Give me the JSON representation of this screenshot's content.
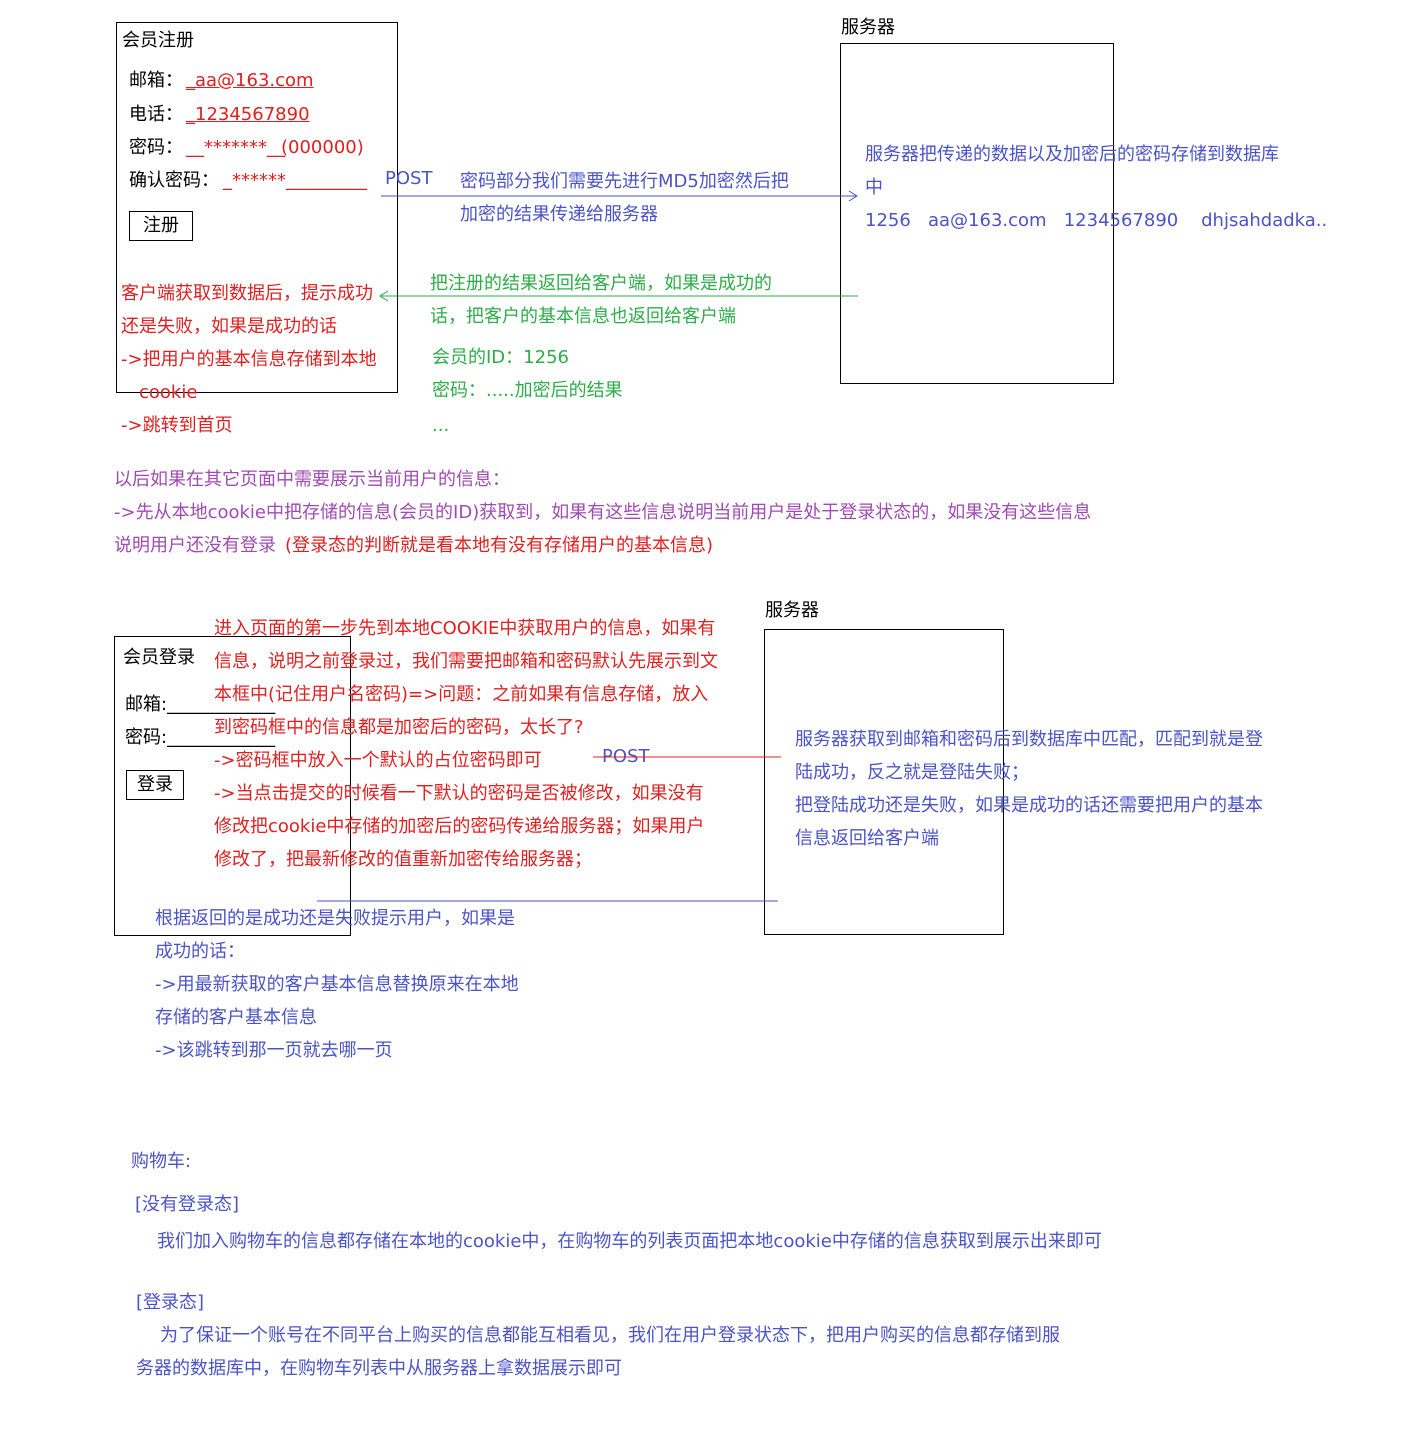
{
  "register": {
    "title": "会员注册",
    "email_label": "邮箱：",
    "email_value": "_aa@163.com",
    "phone_label": "电话：",
    "phone_value": "_1234567890",
    "password_label": "密码：",
    "password_value": "__*******__",
    "password_hint": "(000000)",
    "confirm_label": "确认密码：",
    "confirm_value": "_******_________",
    "submit_label": "注册"
  },
  "server_top": {
    "title": "服务器",
    "line1": "服务器把传递的数据以及加密后的密码存储到数据库",
    "line2": "中",
    "line3": "1256   aa@163.com   1234567890    dhjsahdadka.."
  },
  "post_top": {
    "label": "POST",
    "line1": "密码部分我们需要先进行MD5加密然后把",
    "line2": "加密的结果传递给服务器"
  },
  "return_top": {
    "line1": "把注册的结果返回给客户端，如果是成功的",
    "line2": "话，把客户的基本信息也返回给客户端",
    "line3": "会员的ID：1256",
    "line4": "密码：.....加密后的结果",
    "line5": "..."
  },
  "client_top": {
    "line1": "客户端获取到数据后，提示成功",
    "line2": "还是失败，如果是成功的话",
    "line3": "->把用户的基本信息存储到本地",
    "line4": "cookie",
    "line5": "->跳转到首页"
  },
  "later": {
    "line1": "以后如果在其它页面中需要展示当前用户的信息：",
    "line2": "->先从本地cookie中把存储的信息(会员的ID)获取到，如果有这些信息说明当前用户是处于登录状态的，如果没有这些信息",
    "line3a": "说明用户还没有登录",
    "line3b": "(登录态的判断就是看本地有没有存储用户的基本信息)"
  },
  "login": {
    "title": "会员登录",
    "email_label": "邮箱:____________",
    "password_label": "密码:____________",
    "submit_label": "登录"
  },
  "server_bottom": {
    "title": "服务器",
    "line1": "服务器获取到邮箱和密码后到数据库中匹配，匹配到就是登",
    "line2": "陆成功，反之就是登陆失败；",
    "line3": "把登陆成功还是失败，如果是成功的话还需要把用户的基本",
    "line4": "信息返回给客户端"
  },
  "post_bottom": {
    "label": "POST"
  },
  "login_note": {
    "line1": "进入页面的第一步先到本地COOKIE中获取用户的信息，如果有",
    "line2": "信息，说明之前登录过，我们需要把邮箱和密码默认先展示到文",
    "line3": "本框中(记住用户名密码)=>问题：之前如果有信息存储，放入",
    "line4": "到密码框中的信息都是加密后的密码，太长了?",
    "line5": "->密码框中放入一个默认的占位密码即可",
    "line6": "->当点击提交的时候看一下默认的密码是否被修改，如果没有",
    "line7": "修改把cookie中存储的加密后的密码传递给服务器；如果用户",
    "line8": "修改了，把最新修改的值重新加密传给服务器；"
  },
  "login_return": {
    "line1": "根据返回的是成功还是失败提示用户，如果是",
    "line2": "成功的话：",
    "line3": "->用最新获取的客户基本信息替换原来在本地",
    "line4": "存储的客户基本信息",
    "line5": "->该跳转到那一页就去哪一页"
  },
  "cart": {
    "title": "购物车:",
    "not_logged_title": "[没有登录态]",
    "not_logged_text": "我们加入购物车的信息都存储在本地的cookie中，在购物车的列表页面把本地cookie中存储的信息获取到展示出来即可",
    "logged_title": "[登录态]",
    "logged_text1": "为了保证一个账号在不同平台上购买的信息都能互相看见，我们在用户登录状态下，把用户购买的信息都存储到服",
    "logged_text2": "务器的数据库中，在购物车列表中从服务器上拿数据展示即可"
  },
  "colors": {
    "red": "#e02020",
    "blue": "#4b53c8",
    "green": "#2cae48",
    "purple": "#a04ab3"
  }
}
